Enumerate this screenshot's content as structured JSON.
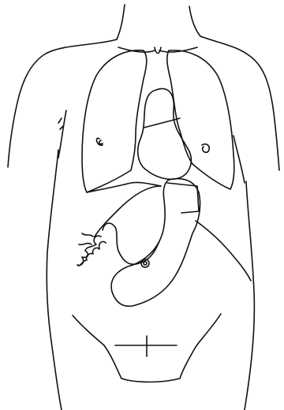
{
  "figure": {
    "background": "#ffffff",
    "ink_color": "#111111",
    "structures": [
      "torso-outline",
      "left-arm",
      "right-arm",
      "clavicle-notch",
      "lungs",
      "heart",
      "nipples",
      "stomach",
      "duodenum",
      "small-bowel-loops",
      "pylorus",
      "pelvis",
      "midline-cross"
    ]
  }
}
